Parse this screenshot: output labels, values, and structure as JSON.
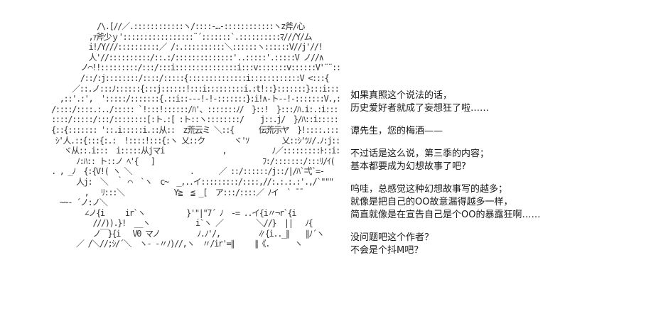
{
  "dialogue": [
    [
      "如果真照这个说法的话，",
      "历史爱好者就成了妄想狂了啦……"
    ],
    [
      "谭先生，您的梅酒——"
    ],
    [
      "不过话是这么说，第三季的内容；",
      "基本都要成为幻想故事了吧?"
    ],
    [
      "呜哇，总感觉这种幻想故事写的越多；",
      "就像是把自己的OO故意漏得越多一样，",
      "简直就像是在宣告自己是个OO的暴露狂啊……"
    ],
    [
      "没问题吧这个作者？",
      "不会是个抖M吧？"
    ]
  ],
  "art_text": "                      /\\.[//／.::::::::::::ヽ/::::‐…‐::::::::::::ヽz斧/心\n                    ,ｧ斧少ｙ':::::::::::::::::¨´:::::::`.::::::::::ﾏ///Y/ム\n                    i!/Y///::::::::::／ /:.::::::::::＼::::::ヽ::::::V//j'//!\n                    人'//::::::::::/::.:/::::::::::::::'..:::::'.:::::V ノ//∧\n                  ノ⌒!!:::::::::/:::/:::i:::::::::::::::i:::v:::::::v::::::V'¨¨::::}\n                  /::/:j::::::::/::::/:::::{::::::::::::::i::::::::::::V <:::{\n                ／::.ノ:::ﾉ::::::{:::j::::::!:::i:::::::::i.:t!::}:::::::}:::i::::::V:ヘム\n             ,::'.:',  ':::::/:::::::{.::i::‐‐‐!‐!‐:::::::}:i!∧‐ト‐‐!‐:::::::V.,:.'.＼\n           /::::/::::.:../::::: `!:::!::::::/ﾊ'、:::::::ﾉ/  }::!  }:::/ﾊ.i:.:i:::::::v:'<:::::ヽ\n           ::::/:::::/:::/::::::::[:ト.:[ :ト::ヽ::::::::/    j::.j/  }/ﾊ::i::::::'::::ヽ:::::::\\\n           {::{::::::: '::.i:::::i.::从::  z荒云ミ ＼::{      伝荒示ヤ  }!::::.::::i:}::::';::ヽ::::}\n            ｼ'人.::{:::{:.:  !::::!:::{:ヽ 乂::ク       ヾ'ｿ        乂::ｼ'ﾂﾉ/.ﾉ:j:::::!::i:::::}::}::ﾉ\n              ヾ从::.i:::  i:::::从jマi              ,           ﾉ／:::::::::ﾄ::i:::::}::j:/\n                 ﾉ:ﾊ:: ト::ノ ﾍ'{   ]                          ﾌ:/:::::::/:::ﾘ/ｲ( \n           . , _ﾉ  {:{V!( ヽ ＼              .      ／ ::/::::::/j::/|/ﾊ`弌`=-\n                 人j:  ＼  ｀ ⌒  `ヽ  c~  _,..イ:::::::::/::::,//:.:.:.:'.,/`\"\"\"\n                   ,   ﾘ:::＼            Y≧  ≦ _[  ア:::/::::／ ﾉイ  ` ¯¯\n             ~~‐ ´ノ:ノ＼                                          \n                   ∠ノ{i     ir`ヽ          }'\"|\"7´ ﾉ  -= ..イ{i〃¬r`{i\n                     ///)).}!  __ヽ           i`ヽ ／        ＼//}  ||   ﾉ{\n                     ノ￣}{i   V0 マノ         ﾉ.ﾉ'/,         ∥{i.._∥    ∥ﾉ´ヽ\n                 ／ /＼//;ｼ/´＼  ヽ‐ ‐〃ﾉ)//,ヽ  〃/ir'=∥     ∥《.      ヽ"
}
